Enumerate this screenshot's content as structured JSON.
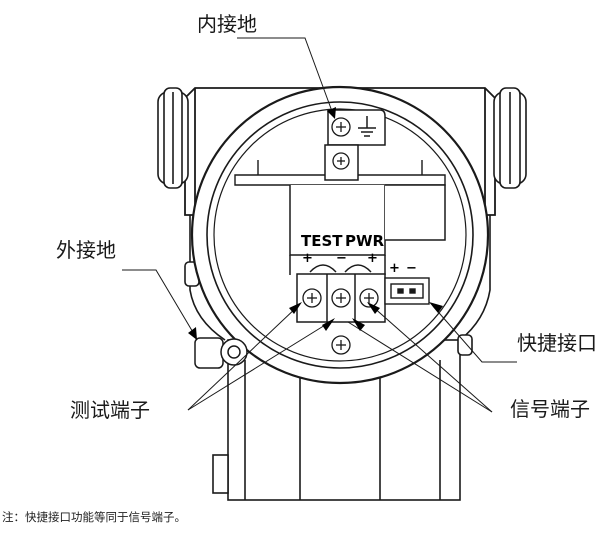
{
  "callouts": {
    "internal_ground": "内接地",
    "external_ground": "外接地",
    "test_terminal": "测试端子",
    "signal_terminal": "信号端子",
    "quick_connector": "快捷接口"
  },
  "board": {
    "test_label": "TEST",
    "pwr_label": "PWR",
    "test_plus": "+",
    "test_minus": "−",
    "pwr_plus": "+",
    "connector_plus": "+",
    "connector_minus": "−"
  },
  "note": "注：快捷接口功能等同于信号端子。"
}
